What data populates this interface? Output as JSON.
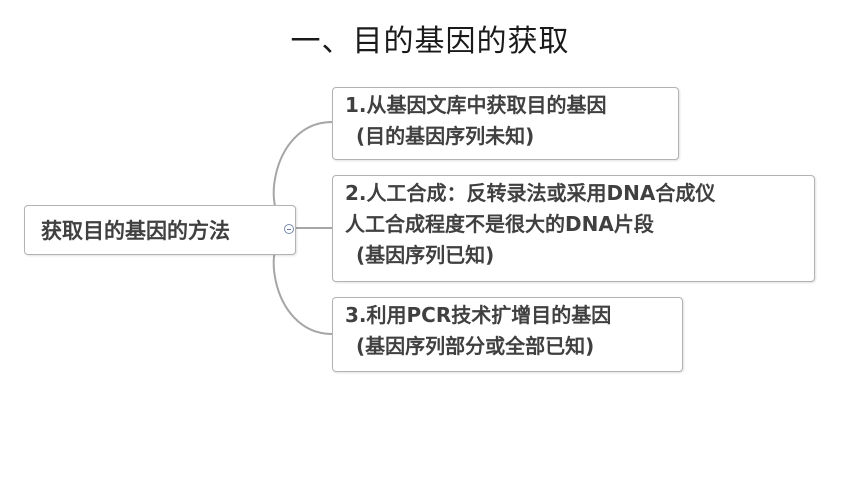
{
  "title": "一、目的基因的获取",
  "root": {
    "label": "获取目的基因的方法"
  },
  "branches": [
    {
      "lines": [
        "1.从基因文库中获取目的基因",
        "(目的基因序列未知)"
      ]
    },
    {
      "lines": [
        "2.人工合成：反转录法或采用DNA合成仪",
        "人工合成程度不是很大的DNA片段",
        "(基因序列已知)"
      ]
    },
    {
      "lines": [
        "3.利用PCR技术扩增目的基因",
        "(基因序列部分或全部已知)"
      ]
    }
  ],
  "colors": {
    "connector": "#a6a6a6",
    "border": "#b3b3b3",
    "text": "#404040"
  },
  "icons": {
    "collapse": "collapse-minus-icon"
  }
}
